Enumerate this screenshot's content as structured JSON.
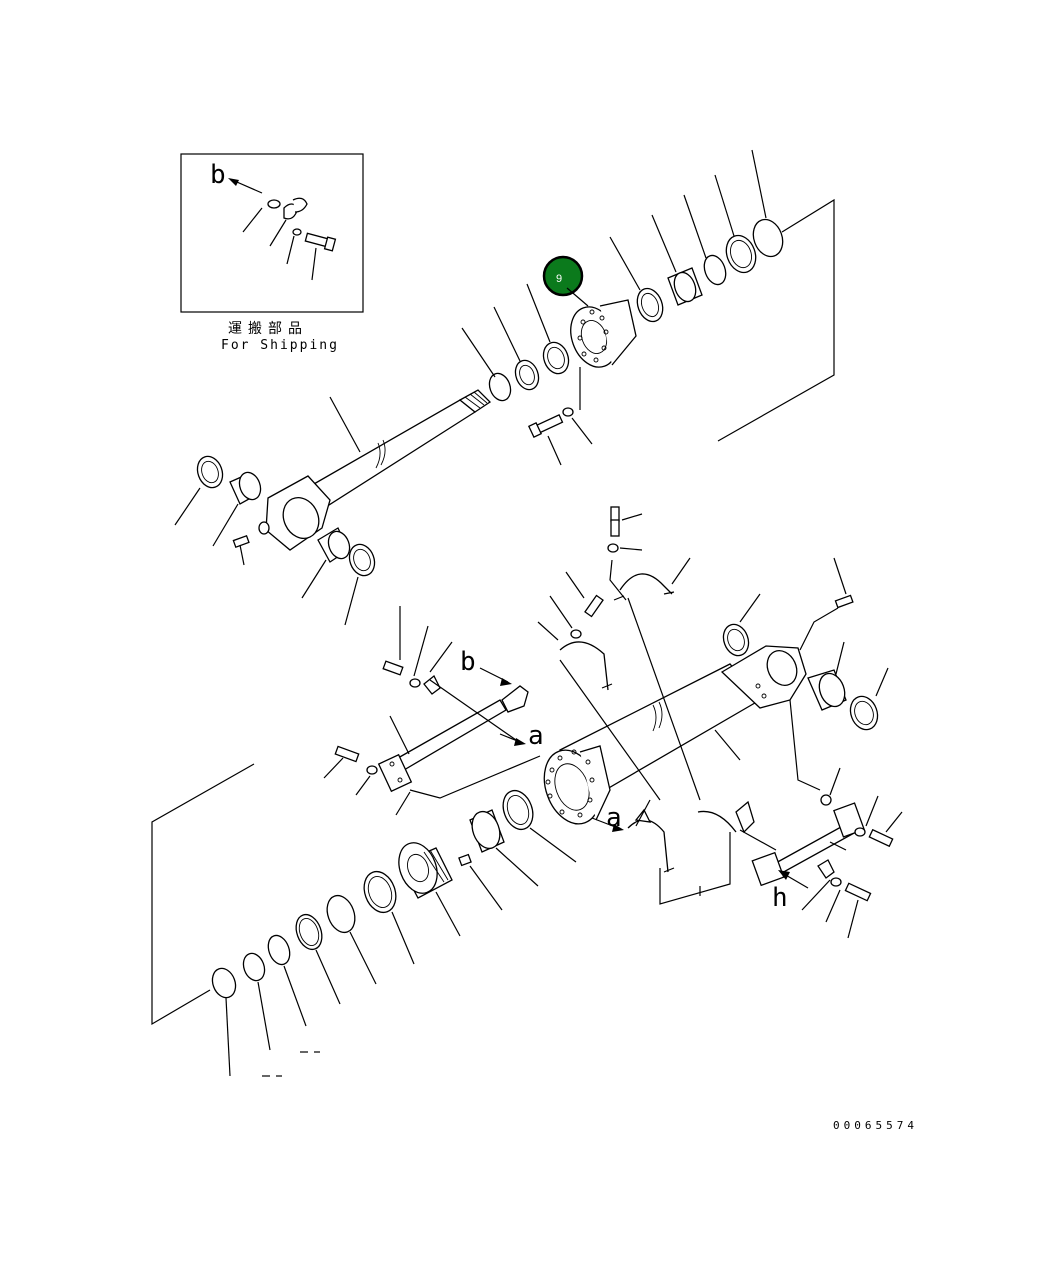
{
  "inset": {
    "arrow_label": "b",
    "caption_jp": "運搬部品",
    "caption_en": "For Shipping"
  },
  "callout": {
    "number": "9",
    "color": "#0b7a1c"
  },
  "view_labels": {
    "b_upper": "b",
    "a_upper": "a",
    "a_lower": "a",
    "h": "h"
  },
  "drawing_code": "00065574"
}
